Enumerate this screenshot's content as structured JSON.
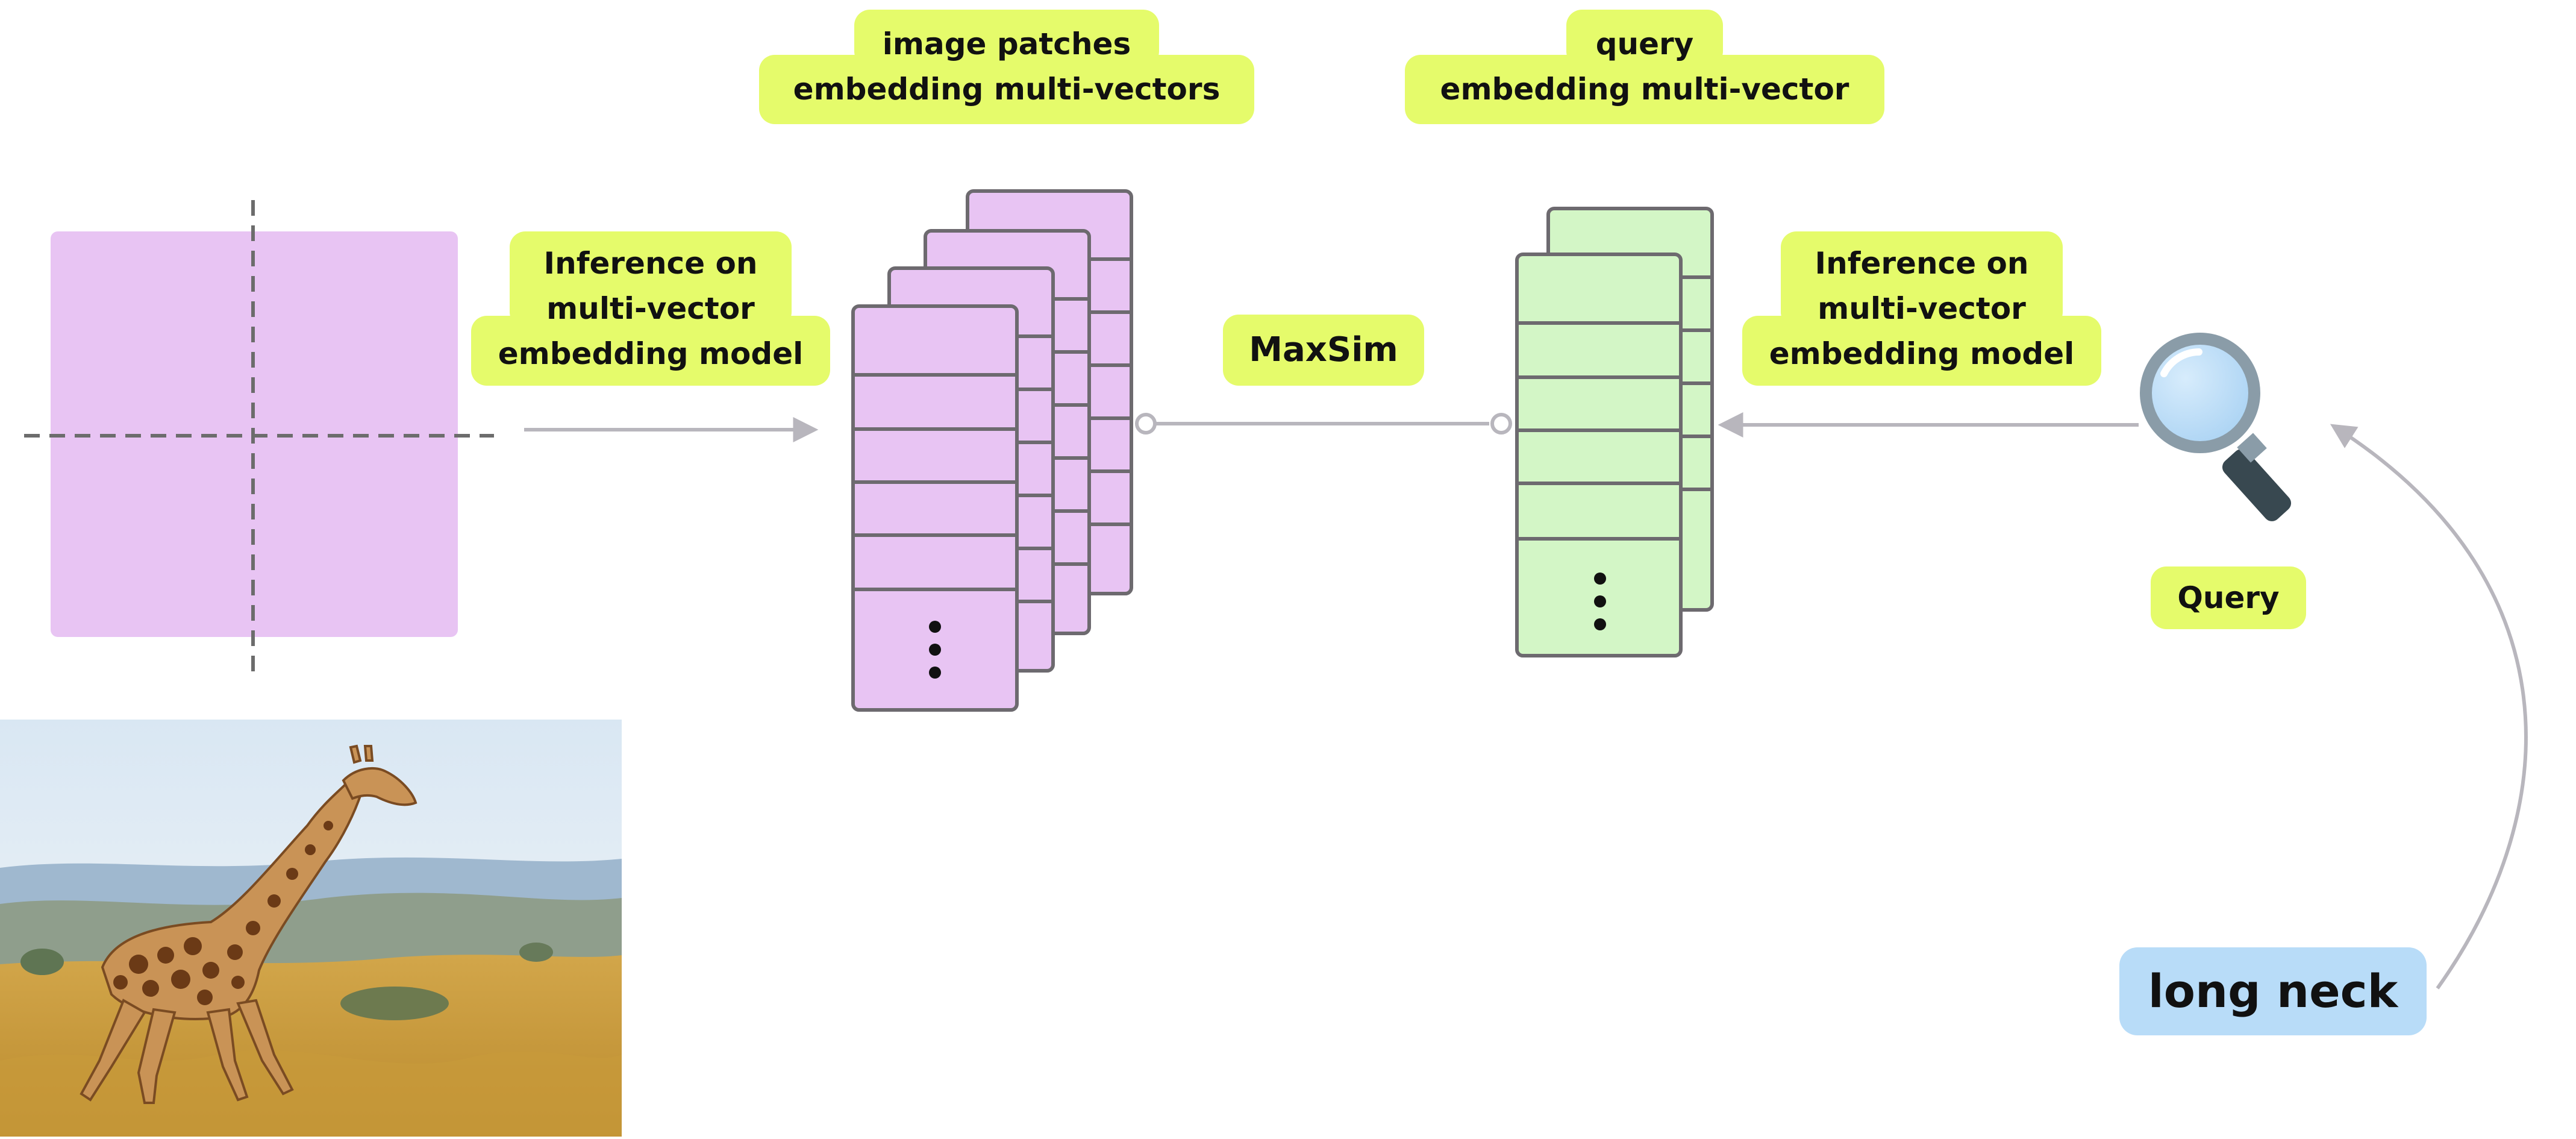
{
  "diagram": {
    "labels": {
      "inference_left": [
        "Inference on",
        "multi-vector",
        "embedding model"
      ],
      "image_patches": [
        "image patches",
        "embedding multi-vectors"
      ],
      "query_embedding": [
        "query",
        "embedding multi-vector"
      ],
      "maxsim": "MaxSim",
      "inference_right": [
        "Inference on",
        "multi-vector",
        "embedding model"
      ],
      "query": "Query",
      "query_text": "long neck"
    },
    "colors": {
      "label_fill": "#e5fb6b",
      "image_patch_fill": "#e8c4f3",
      "query_card_fill": "#d3f6c6",
      "query_text_fill": "#b8dcf8",
      "arrow": "#b8b6bd",
      "card_stroke": "#6d6a6f",
      "dashed": "#6c6c6c",
      "magnifier_rim": "#8a9ca8",
      "magnifier_glass": "#b4dbf7",
      "magnifier_handle": "#384850"
    },
    "icons": [
      "magnifier-icon",
      "giraffe-photo"
    ]
  }
}
